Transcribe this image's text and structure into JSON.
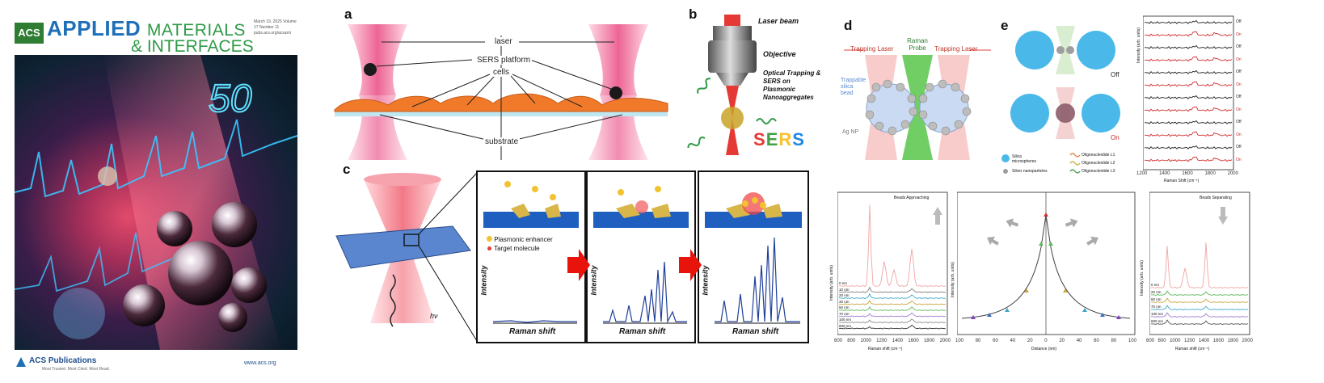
{
  "cover": {
    "acs_badge": "ACS",
    "journal_line1": "APPLIED",
    "journal_line1b": "MATERIALS",
    "journal_line2": "& INTERFACES",
    "issue_info": "March 19, 2025 Volume 17 Number 11 pubs.acs.org/acsami",
    "anniversary": "50",
    "publisher": "ACS Publications",
    "tagline": "Most Trusted. Most Cited. Most Read.",
    "url": "www.acs.org"
  },
  "panel_a": {
    "letter": "a",
    "labels": [
      "laser",
      "SERS platform",
      "cells",
      "substrate"
    ]
  },
  "panel_b": {
    "letter": "b",
    "laser_beam": "Laser beam",
    "objective": "Objective",
    "caption": "Optical Trapping & SERS on Plasmonic Nanoaggregates",
    "sers": [
      "S",
      "E",
      "R",
      "S"
    ],
    "sers_colors": [
      "#e53935",
      "#43a047",
      "#fbc02d",
      "#1e88e5"
    ]
  },
  "panel_c": {
    "letter": "c",
    "legend": [
      "Plasmonic enhancer",
      "Target molecule"
    ],
    "hv": "hν",
    "ylabel": "Intensity",
    "xlabel": "Raman shift"
  },
  "panel_d": {
    "letter": "d",
    "trapping_laser": "Trapping Laser",
    "raman_probe": "Raman Probe",
    "trappable": "Trappable silica bead",
    "agnp": "Ag NP"
  },
  "panel_e": {
    "letter": "e",
    "off": "Off",
    "on": "On",
    "legend": [
      "Silica microspheres",
      "Silver nanoparticles",
      "Oligonucleotide L1",
      "Oligonucleotide L2",
      "Oligonucleotide L3"
    ],
    "ylabel": "Intensity (arb. units)",
    "xlabel": "Raman Shift (cm⁻¹)",
    "xticks": [
      "1200",
      "1400",
      "1600",
      "1800",
      "2000"
    ],
    "state_labels": [
      "Off",
      "On",
      "Off",
      "On",
      "Off",
      "On",
      "Off",
      "On",
      "Off",
      "On",
      "Off",
      "On"
    ]
  },
  "bottom_plots": {
    "left": {
      "title": "Beads Approaching",
      "ylabel": "Intensity (arb. units)",
      "xlabel": "Raman shift (cm⁻¹)",
      "xticks": [
        "600",
        "800",
        "1000",
        "1200",
        "1400",
        "1600",
        "1800",
        "2000"
      ],
      "distances": [
        "0 nm",
        "10 nm",
        "20 nm",
        "30 nm",
        "50 nm",
        "70 nm",
        "100 nm",
        "900 nm"
      ]
    },
    "middle": {
      "ylabel": "Intensity (arb. units)",
      "xlabel": "Distance (nm)",
      "xticks": [
        "100",
        "80",
        "60",
        "40",
        "20",
        "0",
        "20",
        "40",
        "60",
        "80",
        "100"
      ]
    },
    "right": {
      "title": "Beads Separating",
      "ylabel": "Intensity (arb. units)",
      "xlabel": "Raman shift (cm⁻¹)",
      "xticks": [
        "600",
        "800",
        "1000",
        "1200",
        "1400",
        "1600",
        "1800",
        "2000"
      ],
      "distances": [
        "0 nm",
        "20 nm",
        "50 nm",
        "70 nm",
        "100 nm",
        "600 nm"
      ]
    }
  }
}
